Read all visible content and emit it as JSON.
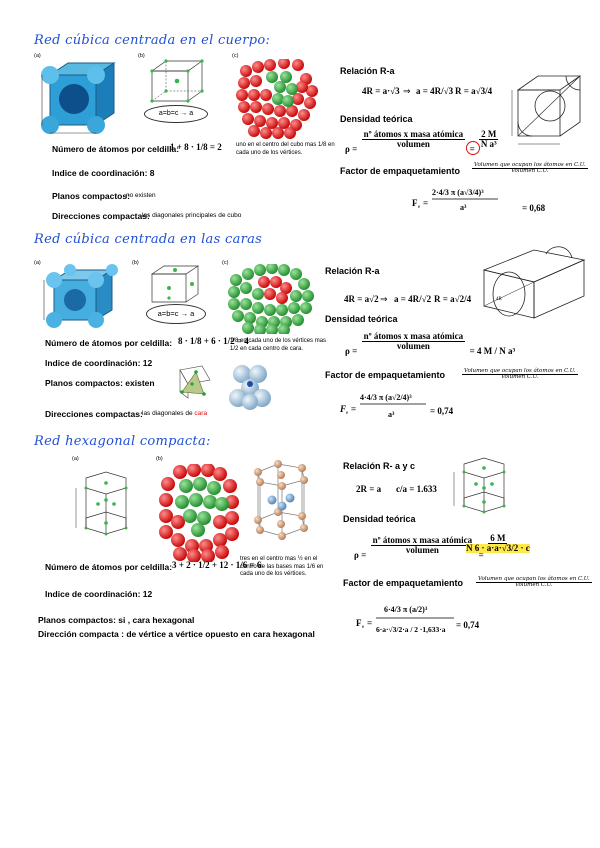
{
  "section1": {
    "title": "Red cúbica centrada en el cuerpo:",
    "fig_a": "(a)",
    "fig_b": "(b)",
    "fig_c": "(c)",
    "abc_label": "a=b=c → a",
    "caption": "uno en el centro del cubo mas 1/8 en cada uno de los vértices.",
    "atoms_label": "Número de átomos por celdilla:",
    "atoms_formula": "1 + 8 · 1/8 = 2",
    "coord": "Indice de coordinación: 8",
    "planes_label": "Planos compactos:",
    "planes_value": "no existen",
    "dirs_label": "Direcciones compactas:",
    "dirs_value": "las diagonales principales de cubo",
    "rel_title": "Relación R-a",
    "rel_formula1": "4R = a·√3",
    "rel_formula2": "a = 4R/√3",
    "rel_formula3": "R = a√3/4",
    "dens_title": "Densidad teórica",
    "dens_num": "nº átomos x masa atómica",
    "dens_den": "volumen",
    "dens_rhs_num": "2 M",
    "dens_rhs_den": "N a³",
    "fe_title": "Factor de empaquetamiento",
    "fe_num": "Volumen que ocupan los átomos en C.U.",
    "fe_den": "Volumen C.U.",
    "fe_formula": "2·4/3 π (a√3/4)³ / a³ = 0,68",
    "fe_result": "= 0,68"
  },
  "section2": {
    "title": "Red cúbica centrada en las caras",
    "fig_a": "(a)",
    "fig_b": "(b)",
    "fig_c": "(c)",
    "abc_label": "a=b=c → a",
    "caption": "1/8 en cada uno de los vértices mas 1/2 en cada centro de cara.",
    "atoms_label": "Número de átomos por celdilla:",
    "atoms_formula": "8 · 1/8 + 6 · 1/2 = 4",
    "coord": "Indice de coordinación: 12",
    "planes": "Planos compactos: existen",
    "dirs_label": "Direcciones compactas:",
    "dirs_value": "las diagonales de",
    "dirs_red": "cara",
    "rel_title": "Relación R-a",
    "rel_formula1": "4R = a√2",
    "rel_formula2": "a = 4R/√2",
    "rel_formula3": "R = a√2/4",
    "dens_title": "Densidad teórica",
    "dens_num": "nº átomos x masa atómica",
    "dens_den": "volumen",
    "dens_rhs": "= 4 M / N a³",
    "fe_title": "Factor de empaquetamiento",
    "fe_num": "Volumen que ocupan los átomos en C.U.",
    "fe_den": "Volumen C.U.",
    "fe_result": "= 0,74"
  },
  "section3": {
    "title": "Red hexagonal compacta:",
    "fig_a": "(a)",
    "fig_b": "(b)",
    "caption": "tres en el centro mas ½ en el centro de las bases mas 1/6 en cada uno de los vértices.",
    "atoms_label": "Número de átomos por celdilla:",
    "atoms_formula": "3 + 2 · 1/2 + 12 · 1/6 = 6",
    "coord": "Indice de coordinación: 12",
    "planes": "Planos compactos: si , cara hexagonal",
    "dirs": "Dirección compacta : de vértice a vértice opuesto en cara hexagonal",
    "rel_title": "Relación R- a y c",
    "rel_formula1": "2R = a",
    "rel_formula2": "c/a = 1.633",
    "dens_title": "Densidad teórica",
    "dens_num": "nº átomos x masa atómica",
    "dens_den": "volumen",
    "dens_rhs_num": "6 M",
    "dens_rhs_den": "N 6 · a·a·√3/2 · c",
    "fe_title": "Factor de empaquetamiento",
    "fe_num": "Volumen que ocupan los átomos en C.U.",
    "fe_den": "Volumen C.U.",
    "fe_result": "= 0,74"
  }
}
